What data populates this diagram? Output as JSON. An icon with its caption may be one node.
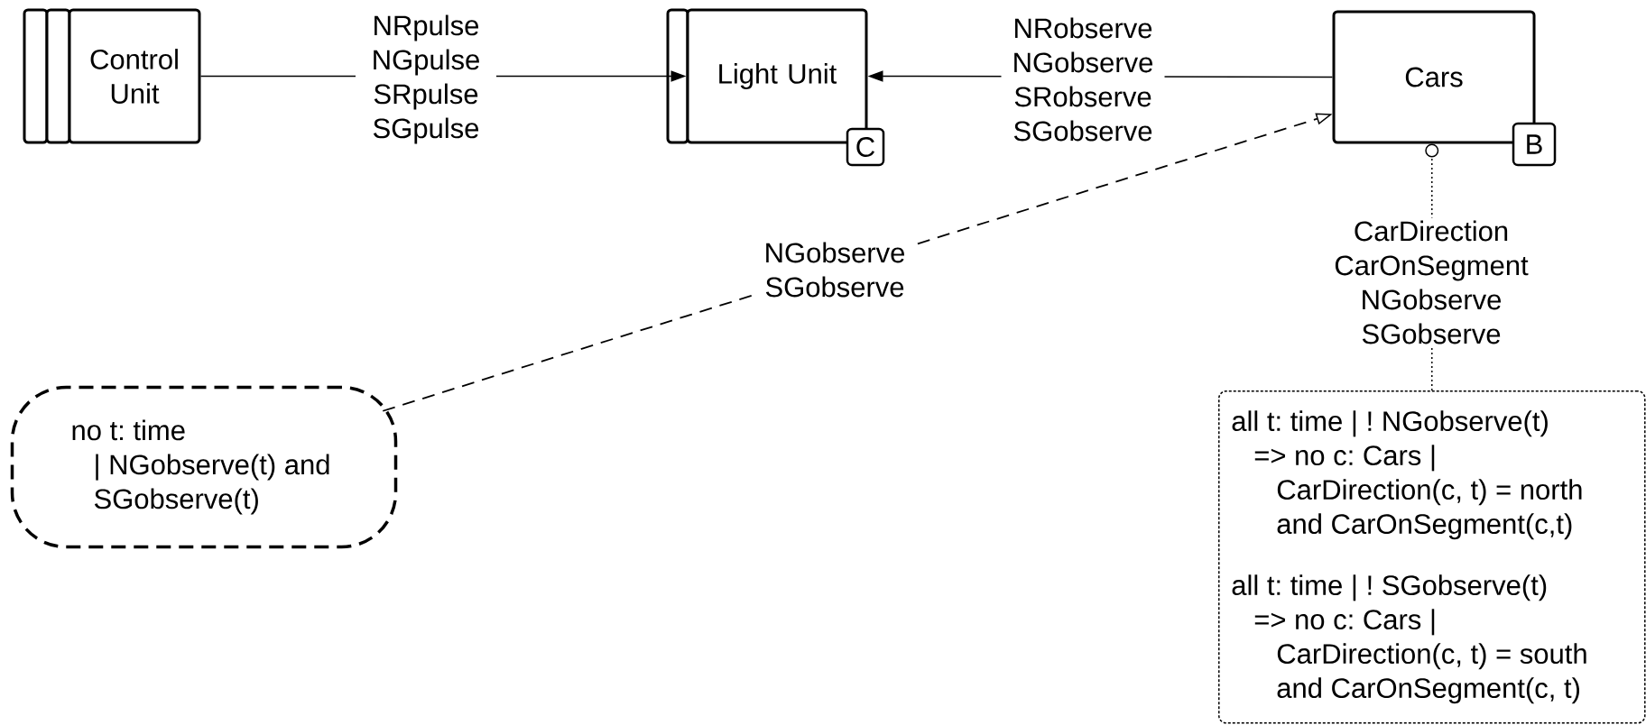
{
  "diagram": {
    "nodes": [
      {
        "text": [
          "Control Unit"
        ]
      },
      {
        "text": [
          "Light Unit",
          "C"
        ]
      },
      {
        "text": [
          "Cars",
          "B"
        ]
      },
      {
        "text": [
          "no t: time | NGobserve(t) and SGobserve(t)"
        ]
      },
      {
        "text": [
          "all t: time | ! NGobserve(t) => no c: Cars | CarDirection(c, t) = north and CarOnSegment(c,t)",
          "all t: time | ! SGobserve(t) => no c: Cars | CarDirection(c, t) = south and CarOnSegment(c, t)"
        ]
      }
    ],
    "edges": [
      {
        "from": 0,
        "to": 1,
        "arrow": "to",
        "label": "NRpulse NGpulse SRpulse SGpulse"
      },
      {
        "from": 2,
        "to": 1,
        "arrow": "to",
        "label": "NRobserve NGobserve SRobserve SGobserve"
      },
      {
        "from": 3,
        "to": 2,
        "arrow": "to",
        "style": "dashed",
        "label": "NGobserve SGobserve"
      },
      {
        "from": 4,
        "to": 2,
        "arrow": "other",
        "style": "dashed",
        "label": "CarDirection CarOnSegment NGobserve SGobserve"
      }
    ]
  }
}
